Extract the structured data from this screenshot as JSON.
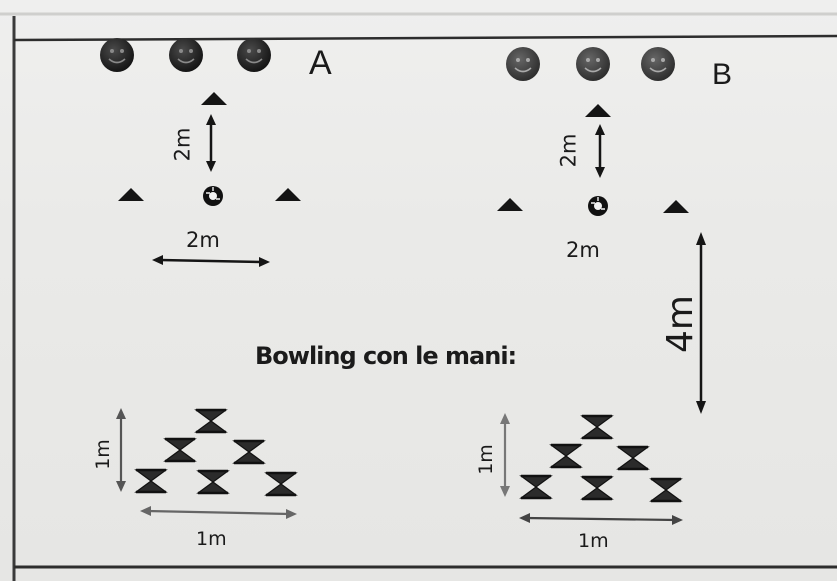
{
  "diagram": {
    "title": "Bowling con le mani:",
    "groups": [
      {
        "label": "A",
        "vertical_distance": "2m",
        "horizontal_distance": "2m"
      },
      {
        "label": "B",
        "vertical_distance": "2m",
        "horizontal_distance": "2m",
        "separation": "4m"
      }
    ],
    "pin_sets": [
      {
        "height": "1m",
        "width": "1m"
      },
      {
        "height": "1m",
        "width": "1m"
      }
    ],
    "icons": [
      "smiley-face-icon",
      "cone-icon",
      "ball-icon",
      "bowling-pin-icon",
      "double-arrow-icon"
    ],
    "colors": {
      "ink": "#141414",
      "paper": "#ebebe9",
      "line": "#2a2a2a"
    }
  }
}
